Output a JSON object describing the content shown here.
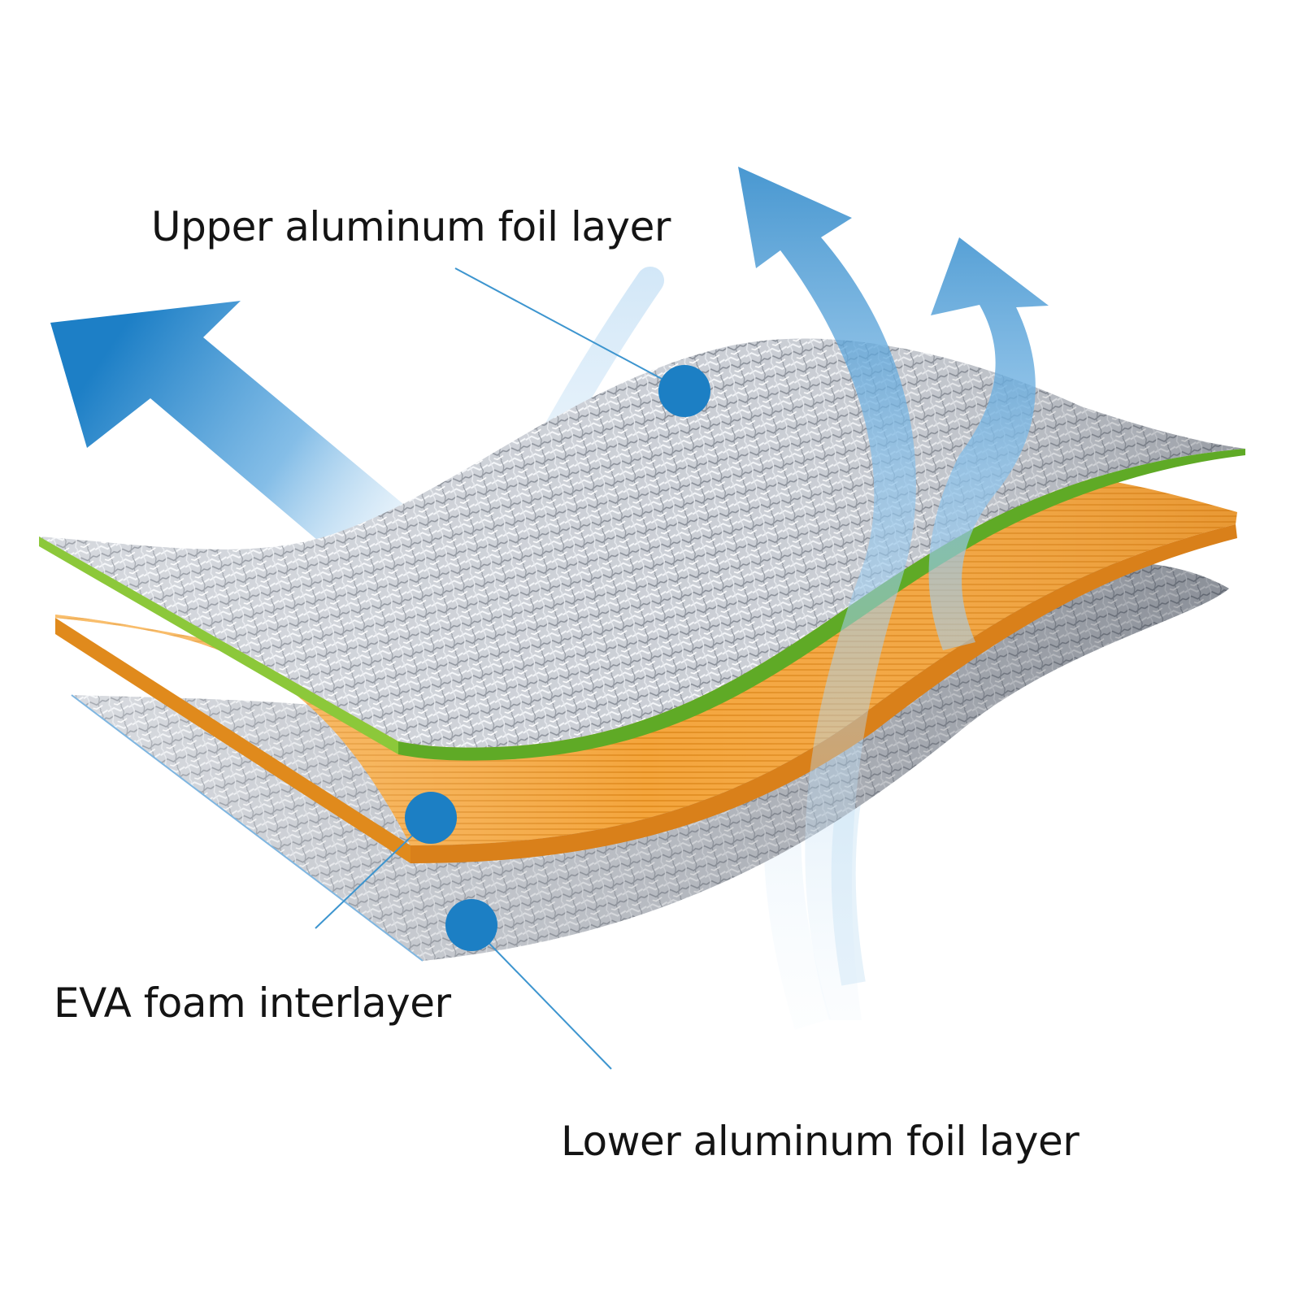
{
  "diagram": {
    "labels": {
      "upper": "Upper aluminum foil layer",
      "eva": "EVA foam interlayer",
      "lower": "Lower aluminum foil layer"
    },
    "colors": {
      "arrow_blue": "#1d7fc6",
      "marker_blue": "#1c7fc4",
      "leader_line": "#3d95cf",
      "foam_orange": "#f2a23a",
      "edge_green": "#6cb72c",
      "foil_silver": "#c9cdd4"
    }
  }
}
